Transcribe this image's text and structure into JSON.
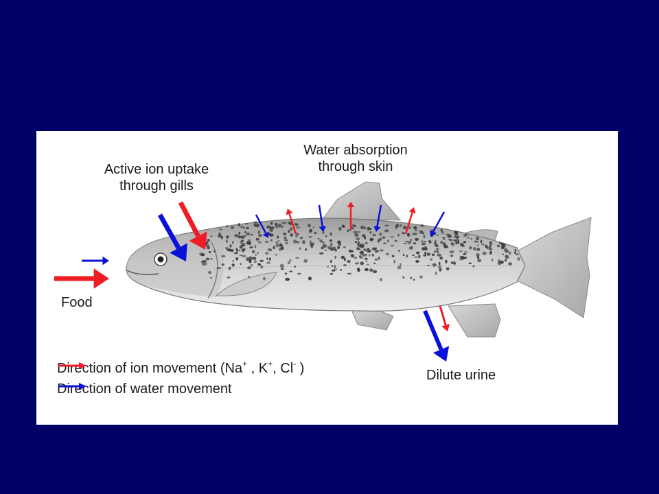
{
  "diagram": {
    "colors": {
      "background": "#000066",
      "panel": "#ffffff",
      "ion_arrow": "#ee1c24",
      "water_arrow": "#0a10d8",
      "fish_body": "#c9c9c9",
      "spots": "#3a3a3a"
    },
    "labels": {
      "gills_line1": "Active ion uptake",
      "gills_line2": "through gills",
      "skin_line1": "Water absorption",
      "skin_line2": "through skin",
      "food": "Food",
      "urine": "Dilute urine"
    },
    "legend": {
      "ion": {
        "text": "Direction of ion movement (Na",
        "sup1": "+",
        "mid1": " , K",
        "sup2": "+",
        "mid2": ", Cl",
        "sup3": "-",
        "end": " )"
      },
      "water": {
        "text": "Direction of water movement"
      }
    }
  }
}
